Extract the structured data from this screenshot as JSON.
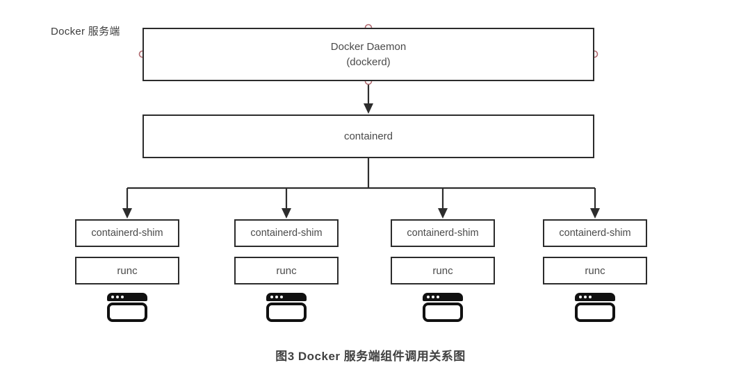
{
  "colors": {
    "line": "#2d2d2d",
    "box_border": "#2b2b2b",
    "handle_stroke": "#b0696f",
    "handle_fill": "#ffffff",
    "text": "#4a4a4a",
    "icon": "#111111"
  },
  "labels": {
    "side_label": "Docker 服务端",
    "daemon_line1": "Docker Daemon",
    "daemon_line2": "(dockerd)",
    "containerd": "containerd"
  },
  "columns": [
    {
      "shim_label": "containerd-shim",
      "runc_label": "runc",
      "icon": "terminal-window-icon"
    },
    {
      "shim_label": "containerd-shim",
      "runc_label": "runc",
      "icon": "terminal-window-icon"
    },
    {
      "shim_label": "containerd-shim",
      "runc_label": "runc",
      "icon": "terminal-window-icon"
    },
    {
      "shim_label": "containerd-shim",
      "runc_label": "runc",
      "icon": "terminal-window-icon"
    }
  ],
  "caption": "图3 Docker 服务端组件调用关系图"
}
